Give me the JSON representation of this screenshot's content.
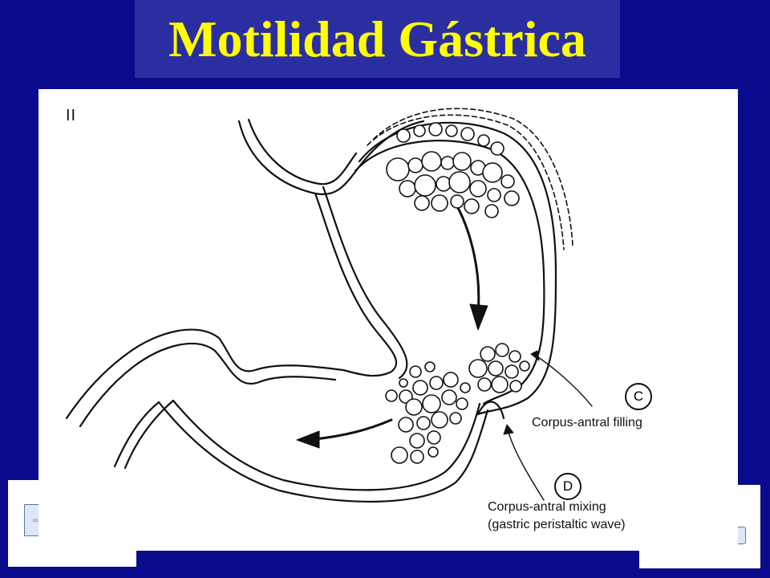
{
  "title": "Motilidad Gástrica",
  "figure": {
    "panel_label": "II",
    "label_c": "C",
    "caption_c": "Corpus-antral filling",
    "label_d": "D",
    "caption_d_line1": "Corpus-antral mixing",
    "caption_d_line2": "(gastric peristaltic wave)"
  },
  "colors": {
    "background": "#0a0a8c",
    "title_box": "#2b2ea0",
    "title_text": "#ffff00",
    "panel": "#ffffff",
    "line": "#111111"
  },
  "icons": {
    "left": "document-logo-icon",
    "right": "document-logo-icon"
  }
}
